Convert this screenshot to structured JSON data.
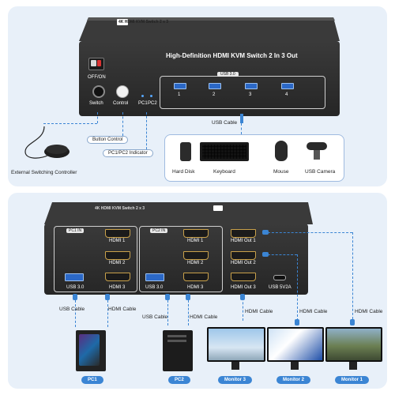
{
  "top": {
    "device_top_label": "4K HDMI KVM Switch 2 x 3",
    "title": "High-Definition HDMI KVM Switch 2 In 3 Out",
    "offon_label": "OFF/ON",
    "switch_label": "Switch",
    "control_label": "Control",
    "pc1_label": "PC1",
    "pc2_label": "PC2",
    "usb30_label": "USB 3.0",
    "port_numbers": [
      "1",
      "2",
      "3",
      "4"
    ],
    "usb_cable_label": "USB Cable",
    "button_control_label": "Button Control",
    "indicator_label": "PC1/PC2 Indicator",
    "controller_label": "External Switching Controller",
    "peripherals": [
      "Hard Disk",
      "Keyboard",
      "Mouse",
      "USB Camera"
    ]
  },
  "bottom": {
    "device_top_label": "4K HDMI KVM Switch 2 x 3",
    "pc1_in": "PC1 IN",
    "pc2_in": "PC2 IN",
    "hdmi1": "HDMI 1",
    "hdmi2": "HDMI 2",
    "hdmi3": "HDMI 3",
    "usb30": "USB 3.0",
    "out1": "HDMI Out 1",
    "out2": "HDMI Out 2",
    "out3": "HDMI Out 3",
    "usb5v": "USB 5V2A",
    "usb_cable_1": "USB Cable",
    "hdmi_cable_1": "HDMI Cable",
    "usb_cable_2": "USB Cable",
    "hdmi_cable_2": "HDMI Cable",
    "hdmi_cable_3": "HDMI Cable",
    "hdmi_cable_4": "HDMI Cable",
    "hdmi_cable_5": "HDMI Cable",
    "pc1": "PC1",
    "pc2": "PC2",
    "monitor3": "Monitor 3",
    "monitor2": "Monitor 2",
    "monitor1": "Monitor 1"
  },
  "colors": {
    "panel_bg": "#e8f0f9",
    "accent_blue": "#3b85d4",
    "device_body": "#2a2a2a",
    "usb_port": "#2b68c7",
    "hdmi_gold": "#c9a14a"
  }
}
